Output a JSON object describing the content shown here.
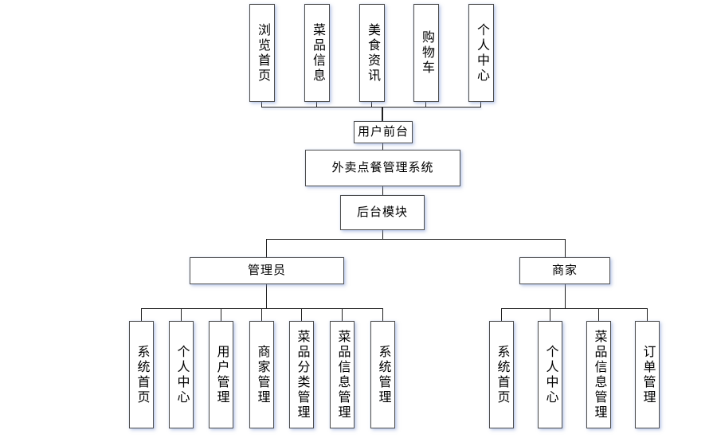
{
  "diagram": {
    "system": {
      "label": "外卖点餐管理系统"
    },
    "frontend": {
      "label": "用户前台",
      "modules": [
        "浏览首页",
        "菜品信息",
        "美食资讯",
        "购物车",
        "个人中心"
      ]
    },
    "backend": {
      "label": "后台模块",
      "admin": {
        "label": "管理员",
        "modules": [
          "系统首页",
          "个人中心",
          "用户管理",
          "商家管理",
          "菜品分类管理",
          "菜品信息管理",
          "系统管理"
        ]
      },
      "merchant": {
        "label": "商家",
        "modules": [
          "系统首页",
          "个人中心",
          "菜品信息管理",
          "订单管理"
        ]
      }
    }
  }
}
